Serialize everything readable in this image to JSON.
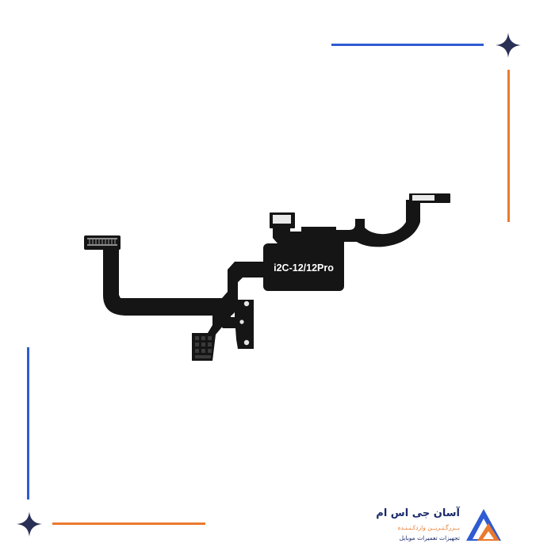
{
  "product": {
    "label": "i2C-12/12Pro"
  },
  "brand": {
    "name": "آسان جی اس ام",
    "tagline": "بــزرگـتـریــن وارد‌کـنـنـده",
    "subtitle": "تجهیزات تعمیرات موبایل"
  },
  "colors": {
    "blue": "#2f5bd3",
    "orange": "#ea7a2e",
    "navy": "#1a2b6b",
    "flex": "#151515"
  },
  "icons": {
    "sparkle": "four-point-star-icon",
    "logo": "triangle-logo-icon"
  }
}
